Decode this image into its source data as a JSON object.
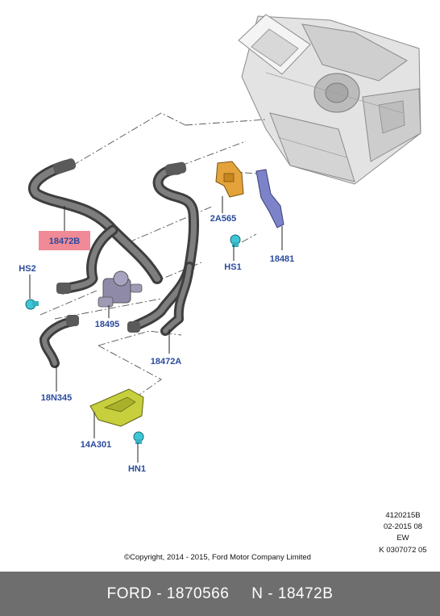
{
  "parts": {
    "p18472B": "18472B",
    "p2A565": "2A565",
    "p18481": "18481",
    "pHS1": "HS1",
    "pHS2": "HS2",
    "p18495": "18495",
    "p18472A": "18472A",
    "p18N345": "18N345",
    "p14A301": "14A301",
    "pHN1": "HN1"
  },
  "highlight_color": "#f08a96",
  "info": {
    "line1": "4120215B",
    "line2": "02-2015 08",
    "line3": "EW",
    "line4": "K 0307072 05"
  },
  "copyright": "©Copyright, 2014 - 2015, Ford Motor Company Limited",
  "footer": {
    "left": "FORD - 1870566",
    "right": "N - 18472B"
  }
}
